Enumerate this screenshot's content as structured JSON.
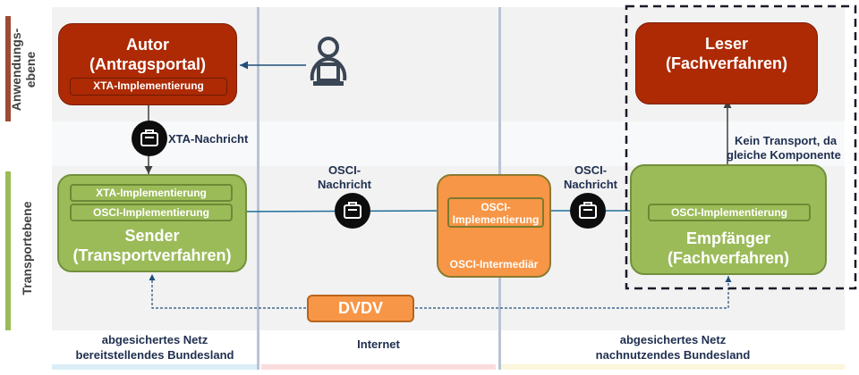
{
  "layers": {
    "application": {
      "label_line1": "Anwendungs-",
      "label_line2": "ebene",
      "color": "#9e4a35"
    },
    "transport": {
      "label": "Transportebene",
      "color": "#9bbb59"
    }
  },
  "zones": [
    {
      "label_line1": "abgesichertes Netz",
      "label_line2": "bereitstellendes Bundesland",
      "accent": "#dbeef7"
    },
    {
      "label_line1": "Internet",
      "label_line2": "",
      "accent": "#fadcdc"
    },
    {
      "label_line1": "abgesichertes Netz",
      "label_line2": "nachnutzendes Bundesland",
      "accent": "#fbf6dc"
    }
  ],
  "components": {
    "author": {
      "title_line1": "Autor",
      "title_line2": "(Antragsportal)",
      "inner": "XTA-Implementierung",
      "color": "#ad2a04"
    },
    "reader": {
      "title_line1": "Leser",
      "title_line2": "(Fachverfahren)",
      "color": "#ad2a04"
    },
    "sender": {
      "inner1": "XTA-Implementierung",
      "inner2": "OSCI-Implementierung",
      "title_line1": "Sender",
      "title_line2": "(Transportverfahren)",
      "color": "#9bbb59"
    },
    "intermediary": {
      "inner_line1": "OSCI-",
      "inner_line2": "Implementierung",
      "label": "OSCI-Intermediär",
      "color": "#f79646"
    },
    "receiver": {
      "inner": "OSCI-Implementierung",
      "title_line1": "Empfänger",
      "title_line2": "(Fachverfahren)",
      "color": "#9bbb59"
    },
    "dvdv": {
      "label": "DVDV",
      "color": "#f79646"
    }
  },
  "messages": {
    "xta": {
      "label": "XTA-Nachricht",
      "icon": "briefcase-icon"
    },
    "osci1": {
      "label_line1": "OSCI-",
      "label_line2": "Nachricht",
      "icon": "briefcase-icon"
    },
    "osci2": {
      "label_line1": "OSCI-",
      "label_line2": "Nachricht",
      "icon": "briefcase-icon"
    }
  },
  "annotations": {
    "no_transport_line1": "Kein Transport, da",
    "no_transport_line2": "gleiche Komponente"
  },
  "actor": {
    "icon": "user-with-laptop-icon"
  }
}
